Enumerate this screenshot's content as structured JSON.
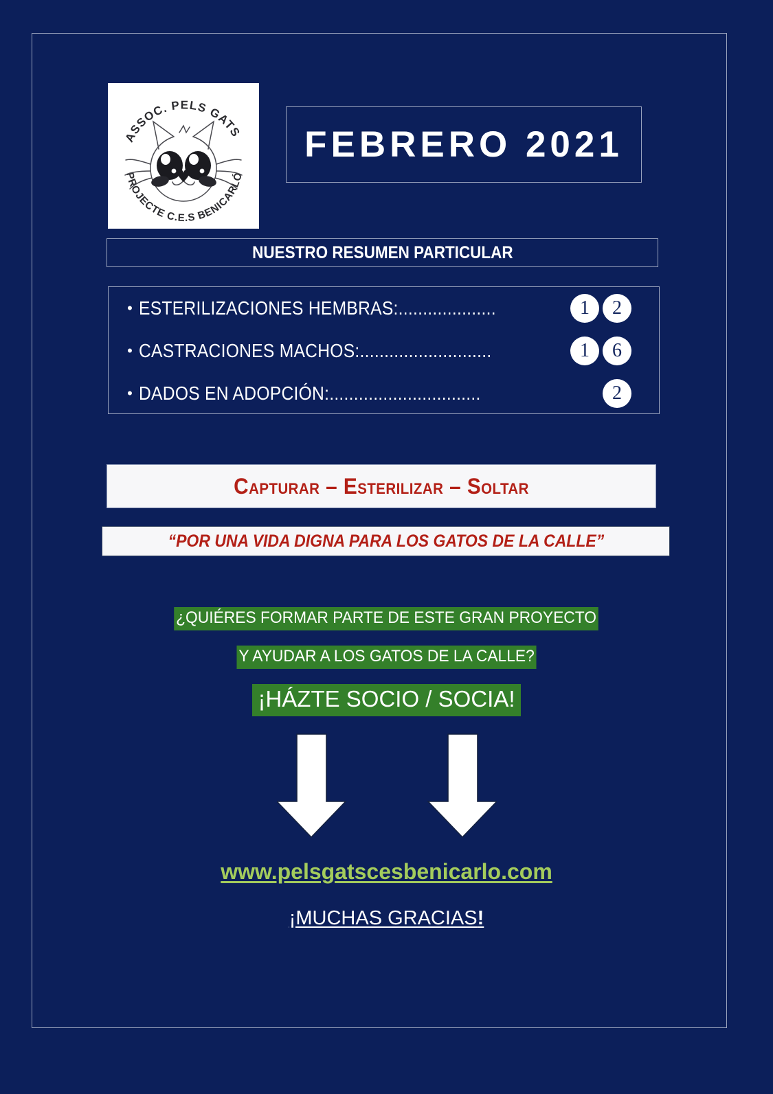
{
  "poster": {
    "background_color": "#0c1f5a",
    "frame_border_color": "#9aa3bd"
  },
  "logo": {
    "top_arc_text": "ASSOC. PELS GATS",
    "bottom_arc_text": "PROJECTE C.E.S BENICARLÓ",
    "image_name": "cat-face-line-drawing",
    "background_color": "#ffffff"
  },
  "header": {
    "month_title": "FEBRERO 2021",
    "subtitle": "NUESTRO RESUMEN PARTICULAR"
  },
  "summary": {
    "rows": [
      {
        "bullet": "•",
        "label": "ESTERILIZACIONES HEMBRAS:....................",
        "digits": [
          "1",
          "2"
        ]
      },
      {
        "bullet": "•",
        "label": "CASTRACIONES MACHOS:...........................",
        "digits": [
          "1",
          "6"
        ]
      },
      {
        "bullet": "•",
        "label": "DADOS EN ADOPCIÓN:...............................",
        "digits": [
          "2"
        ]
      }
    ]
  },
  "slogan": {
    "ces_line": "Capturar – Esterilizar – Soltar",
    "quote_line": "“POR UNA VIDA DIGNA PARA LOS GATOS DE LA CALLE”",
    "accent_color": "#b32017",
    "banner_background": "#f7f7f9"
  },
  "call_to_action": {
    "line1": "¿QUIÉRES FORMAR PARTE DE ESTE GRAN PROYECTO",
    "line2": "Y AYUDAR A LOS GATOS DE LA CALLE?",
    "line3": "¡HÁZTE SOCIO / SOCIA!",
    "highlight_color": "#34802a"
  },
  "arrows": {
    "icon_name": "down-arrow-icon",
    "count": 2,
    "fill_color": "#ffffff"
  },
  "footer": {
    "website": "www.pelsgatscesbenicarlo.com",
    "website_color": "#a4cc5c",
    "thanks": "¡MUCHAS GRACIAS",
    "thanks_bang": "!"
  }
}
